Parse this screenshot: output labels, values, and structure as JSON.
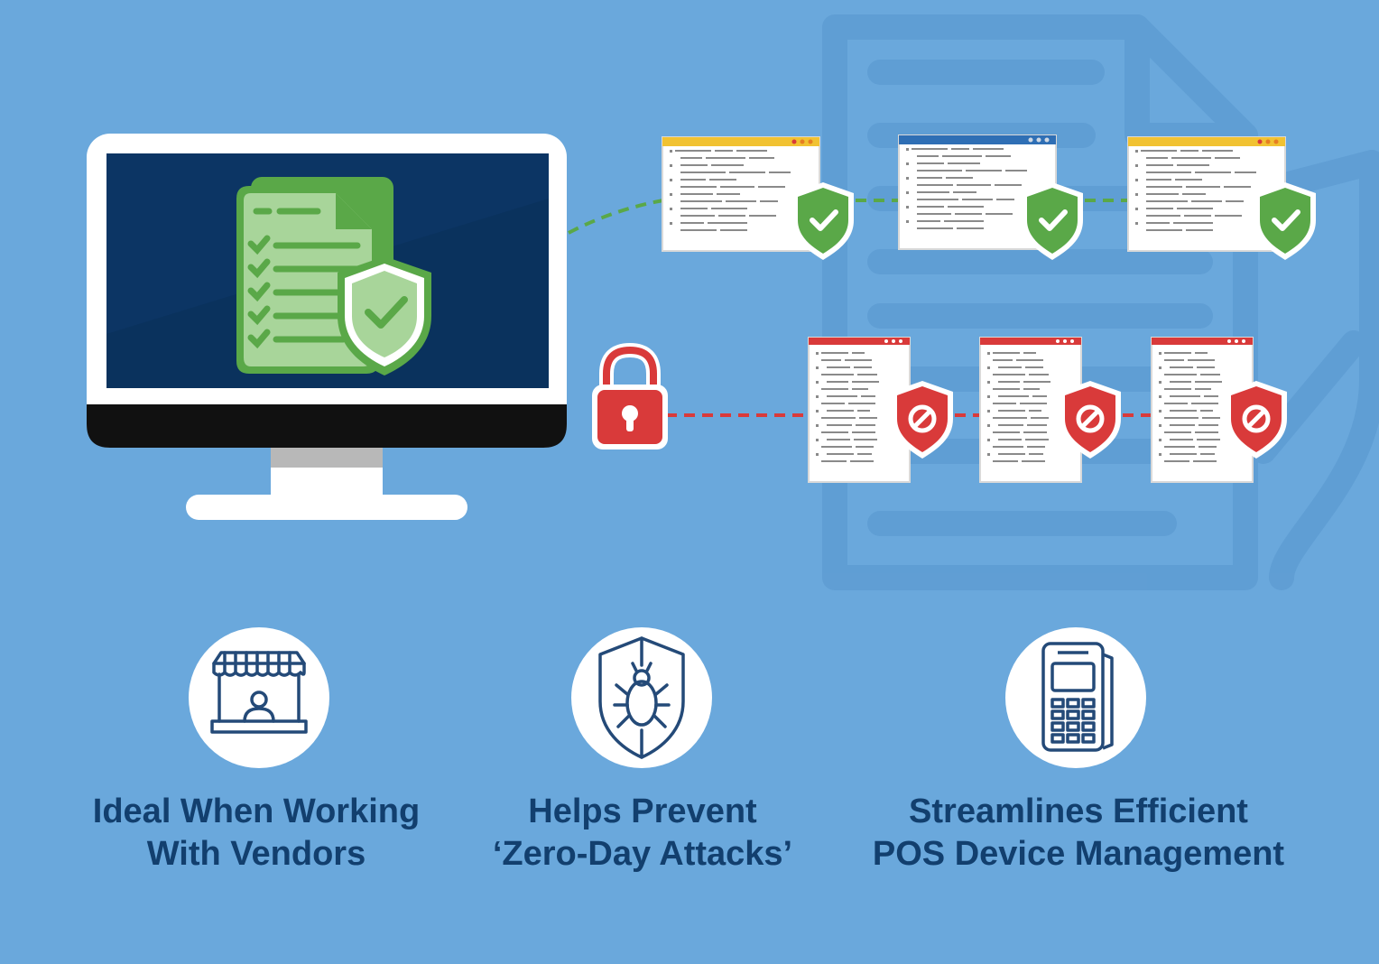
{
  "features": [
    {
      "icon": "vendor-stall-icon",
      "line1": "Ideal When Working",
      "line2": "With Vendors"
    },
    {
      "icon": "bug-shield-icon",
      "line1": "Helps Prevent",
      "line2": "‘Zero-Day Attacks’"
    },
    {
      "icon": "pos-terminal-icon",
      "line1": "Streamlines Efficient",
      "line2": "POS Device Management"
    }
  ],
  "colors": {
    "background": "#6aa8dc",
    "screen": "#0c3564",
    "approved": "#5aa848",
    "blocked": "#d93a3a",
    "text": "#123f6e"
  },
  "icons": {
    "monitor": "computer-monitor-icon",
    "document": "checklist-document-icon",
    "lock": "padlock-icon",
    "approved": "shield-check-icon",
    "blocked": "shield-block-icon"
  }
}
